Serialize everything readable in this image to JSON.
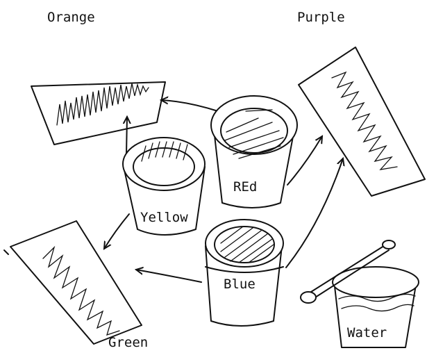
{
  "labels": {
    "orange": "Orange",
    "purple": "Purple",
    "red": "REd",
    "yellow": "Yellow",
    "blue": "Blue",
    "green": "Green",
    "water": "Water"
  }
}
